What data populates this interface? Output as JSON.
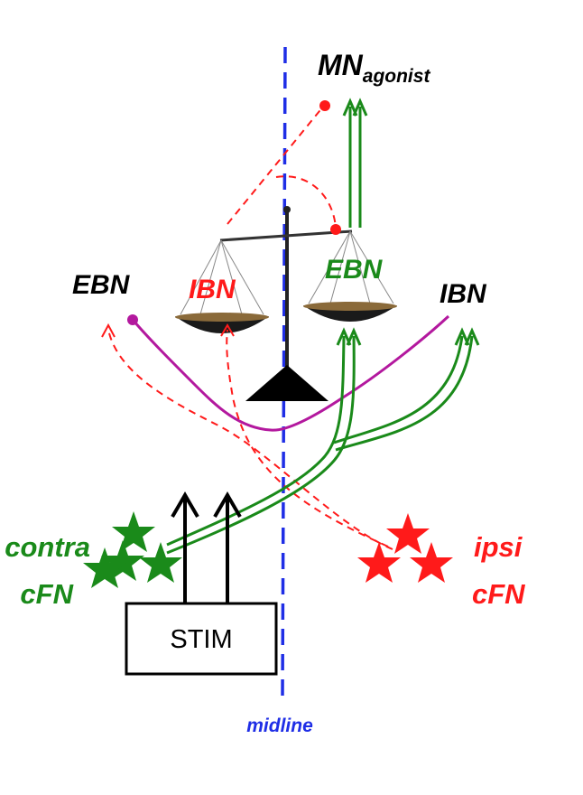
{
  "labels": {
    "mn": "MN",
    "mn_sub": "agonist",
    "ebn_left": "EBN",
    "ibn_balance": "IBN",
    "ebn_balance": "EBN",
    "ibn_right": "IBN",
    "contra_line1": "contra",
    "contra_line2": "cFN",
    "ipsi_line1": "ipsi",
    "ipsi_line2": "cFN",
    "stim": "STIM",
    "midline": "midline"
  },
  "colors": {
    "green": "#1a8a1a",
    "red": "#ff1a1a",
    "magenta": "#b3189e",
    "blue": "#1f2ee6",
    "black": "#000000"
  }
}
